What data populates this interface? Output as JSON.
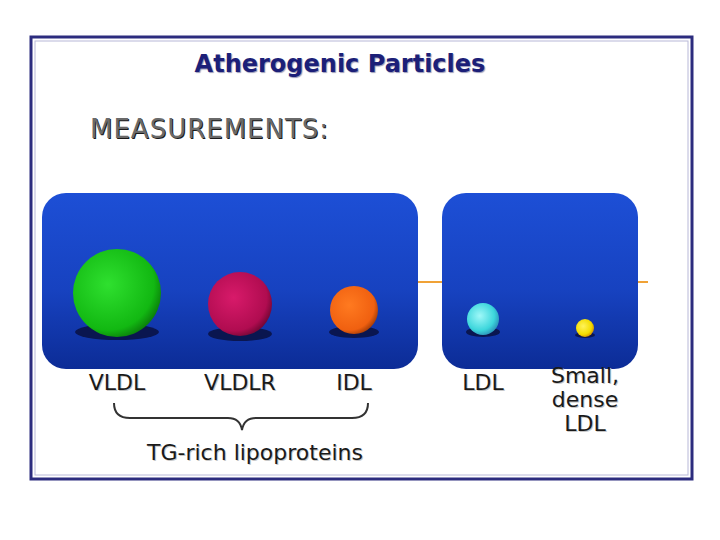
{
  "diagram": {
    "title": "Atherogenic Particles",
    "nodes": [
      {
        "text": [
          "VLDL"
        ]
      },
      {
        "text": [
          "VLDLR"
        ]
      },
      {
        "text": [
          "IDL"
        ]
      },
      {
        "text": [
          "LDL"
        ]
      },
      {
        "text": [
          "Small, dense LDL"
        ]
      }
    ],
    "labels": [
      "MEASUREMENTS:",
      "TG-rich lipoproteins"
    ]
  }
}
